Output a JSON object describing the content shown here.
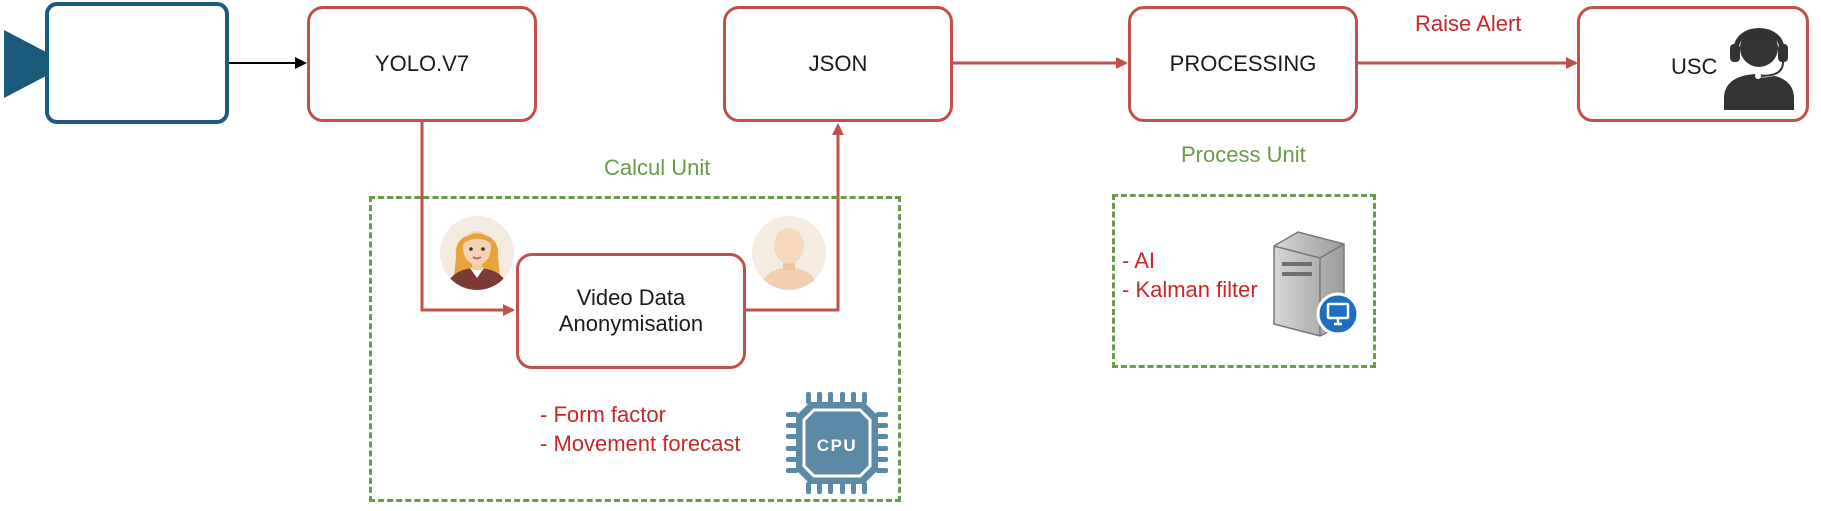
{
  "nodes": {
    "yolo": "YOLO.V7",
    "json": "JSON",
    "processing": "PROCESSING",
    "usc": "USC",
    "anonymisation_line1": "Video Data",
    "anonymisation_line2": "Anonymisation"
  },
  "edges": {
    "raise_alert": "Raise Alert"
  },
  "groups": {
    "calcul_unit": {
      "title": "Calcul Unit",
      "bullets": [
        "- Form  factor",
        "- Movement forecast"
      ]
    },
    "process_unit": {
      "title": "Process Unit",
      "bullets": [
        "- AI",
        "- Kalman filter"
      ]
    }
  },
  "icons": {
    "camera": "camera-icon",
    "woman": "woman-avatar-icon",
    "anonymous": "anonymous-avatar-icon",
    "cpu": "cpu-icon",
    "cpu_text": "CPU",
    "server": "server-icon",
    "headset": "headset-operator-icon"
  },
  "colors": {
    "box_border": "#c0504d",
    "arrow": "#c0504d",
    "group_border": "#6a9a4a",
    "group_text": "#6a9a4a",
    "note_text": "#c62828",
    "camera": "#1b5a7a",
    "cpu": "#5b8aa6"
  }
}
